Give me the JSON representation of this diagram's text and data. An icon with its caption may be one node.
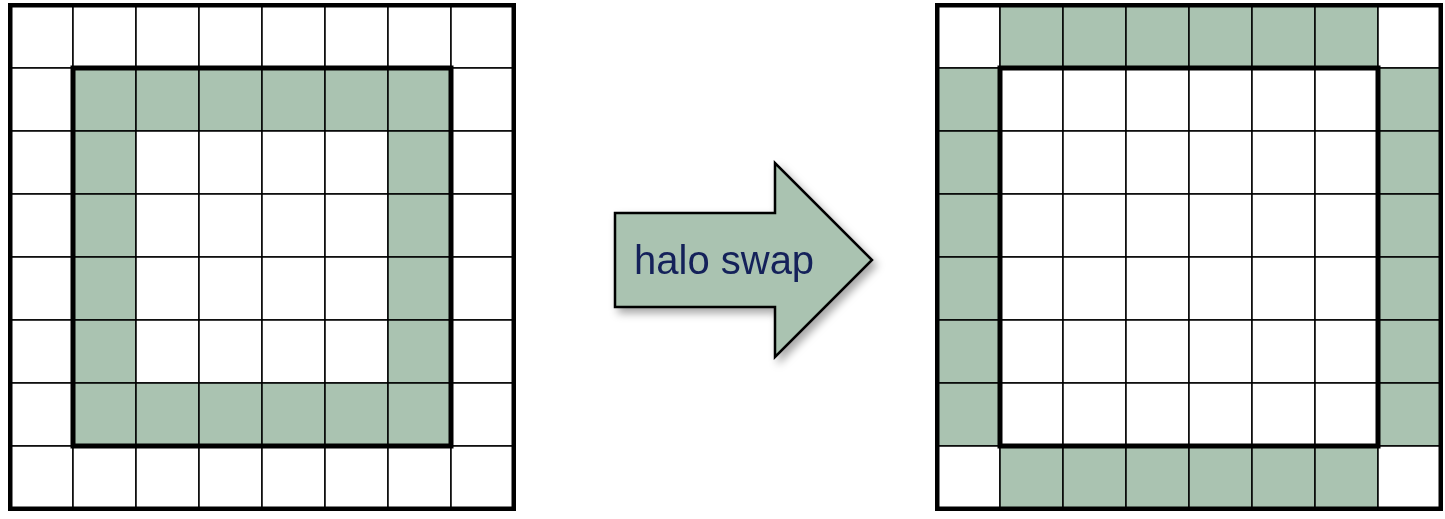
{
  "diagram": {
    "nodes": [
      {
        "text": [],
        "shape": "grid"
      },
      {
        "text": [],
        "shape": "grid"
      }
    ],
    "edges": [
      {
        "from": 0,
        "to": 1,
        "arrow": "to",
        "label": "halo swap"
      }
    ]
  }
}
